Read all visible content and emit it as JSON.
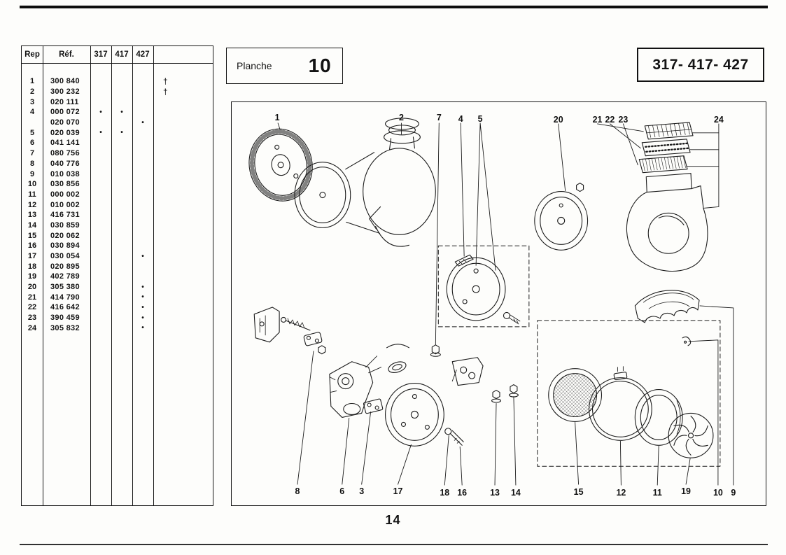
{
  "page": {
    "number": "14"
  },
  "planche_box": {
    "label": "Planche",
    "number": "10"
  },
  "models_box": {
    "text": "317- 417- 427"
  },
  "parts_table": {
    "headers": {
      "rep": "Rep",
      "ref": "Réf.",
      "m317": "317",
      "m417": "417",
      "m427": "427",
      "notes": ""
    },
    "rows": [
      {
        "rep": "1",
        "ref": "300 840",
        "notes": "†"
      },
      {
        "rep": "2",
        "ref": "300 232",
        "notes": "†"
      },
      {
        "rep": "3",
        "ref": "020 111"
      },
      {
        "rep": "4",
        "ref": "000 072",
        "m317": "•",
        "m417": "•"
      },
      {
        "rep": "",
        "ref": "020 070",
        "m427": "•"
      },
      {
        "rep": "5",
        "ref": "020 039",
        "m317": "•",
        "m417": "•"
      },
      {
        "rep": "6",
        "ref": "041 141"
      },
      {
        "rep": "7",
        "ref": "080 756"
      },
      {
        "rep": "8",
        "ref": "040 776"
      },
      {
        "rep": "9",
        "ref": "010 038"
      },
      {
        "rep": "10",
        "ref": "030 856"
      },
      {
        "rep": "11",
        "ref": "000 002"
      },
      {
        "rep": "12",
        "ref": "010 002"
      },
      {
        "rep": "13",
        "ref": "416 731"
      },
      {
        "rep": "14",
        "ref": "030 859"
      },
      {
        "rep": "15",
        "ref": "020 062"
      },
      {
        "rep": "16",
        "ref": "030 894"
      },
      {
        "rep": "17",
        "ref": "030 054",
        "m427": "•"
      },
      {
        "rep": "18",
        "ref": "020 895"
      },
      {
        "rep": "19",
        "ref": "402 789"
      },
      {
        "rep": "20",
        "ref": "305 380",
        "m427": "•"
      },
      {
        "rep": "21",
        "ref": "414 790",
        "m427": "•"
      },
      {
        "rep": "22",
        "ref": "416 642",
        "m427": "•"
      },
      {
        "rep": "23",
        "ref": "390 459",
        "m427": "•"
      },
      {
        "rep": "24",
        "ref": "305 832",
        "m427": "•"
      }
    ]
  },
  "diagram": {
    "callouts": [
      "1",
      "2",
      "7",
      "4",
      "5",
      "20",
      "21",
      "22",
      "23",
      "24",
      "8",
      "6",
      "3",
      "17",
      "18",
      "16",
      "13",
      "14",
      "15",
      "12",
      "11",
      "19",
      "10",
      "9"
    ]
  }
}
